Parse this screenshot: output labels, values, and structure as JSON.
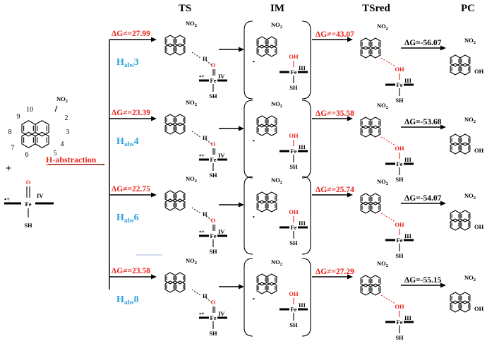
{
  "headers": [
    "TS",
    "IM",
    "TSred",
    "PC"
  ],
  "reactant": {
    "nitro": "NO2",
    "ring_numbers": [
      "10",
      "2",
      "9",
      "3",
      "8",
      "4",
      "7",
      "5",
      "6"
    ],
    "plus": "+",
    "oxo": "O",
    "iron": "Fe",
    "iron_ox": "IV",
    "thiol": "SH",
    "radical": "•+"
  },
  "abstraction_label": "H-abstraction",
  "pathways": [
    {
      "id": "Habs3",
      "site": "3",
      "dG_TS": "ΔG≠=27.99",
      "dG_TSred": "ΔG≠=43.07",
      "dG_PC": "ΔG=-56.07"
    },
    {
      "id": "Habs4",
      "site": "4",
      "dG_TS": "ΔG≠=23.39",
      "dG_TSred": "ΔG≠=35.58",
      "dG_PC": "ΔG=-53.68"
    },
    {
      "id": "Habs6",
      "site": "6",
      "dG_TS": "ΔG≠=22.75",
      "dG_TSred": "ΔG≠=25.74",
      "dG_PC": "ΔG=-54.07"
    },
    {
      "id": "Habs8",
      "site": "8",
      "dG_TS": "ΔG≠=23.58",
      "dG_TSred": "ΔG≠=27.29",
      "dG_PC": "ΔG=-55.15"
    }
  ],
  "labels": {
    "h_main": "H",
    "h_sub": "abs",
    "no2": "NO2",
    "o": "O",
    "oh": "OH",
    "fe": "Fe",
    "iv": "IV",
    "iii": "III",
    "sh": "SH",
    "h": "H",
    "radical_plus": "•+",
    "radical_dot": "•"
  },
  "colors": {
    "energy_red": "#e8231c",
    "habs_blue": "#2aa0dc",
    "radical_blue": "#1f3fbf"
  }
}
